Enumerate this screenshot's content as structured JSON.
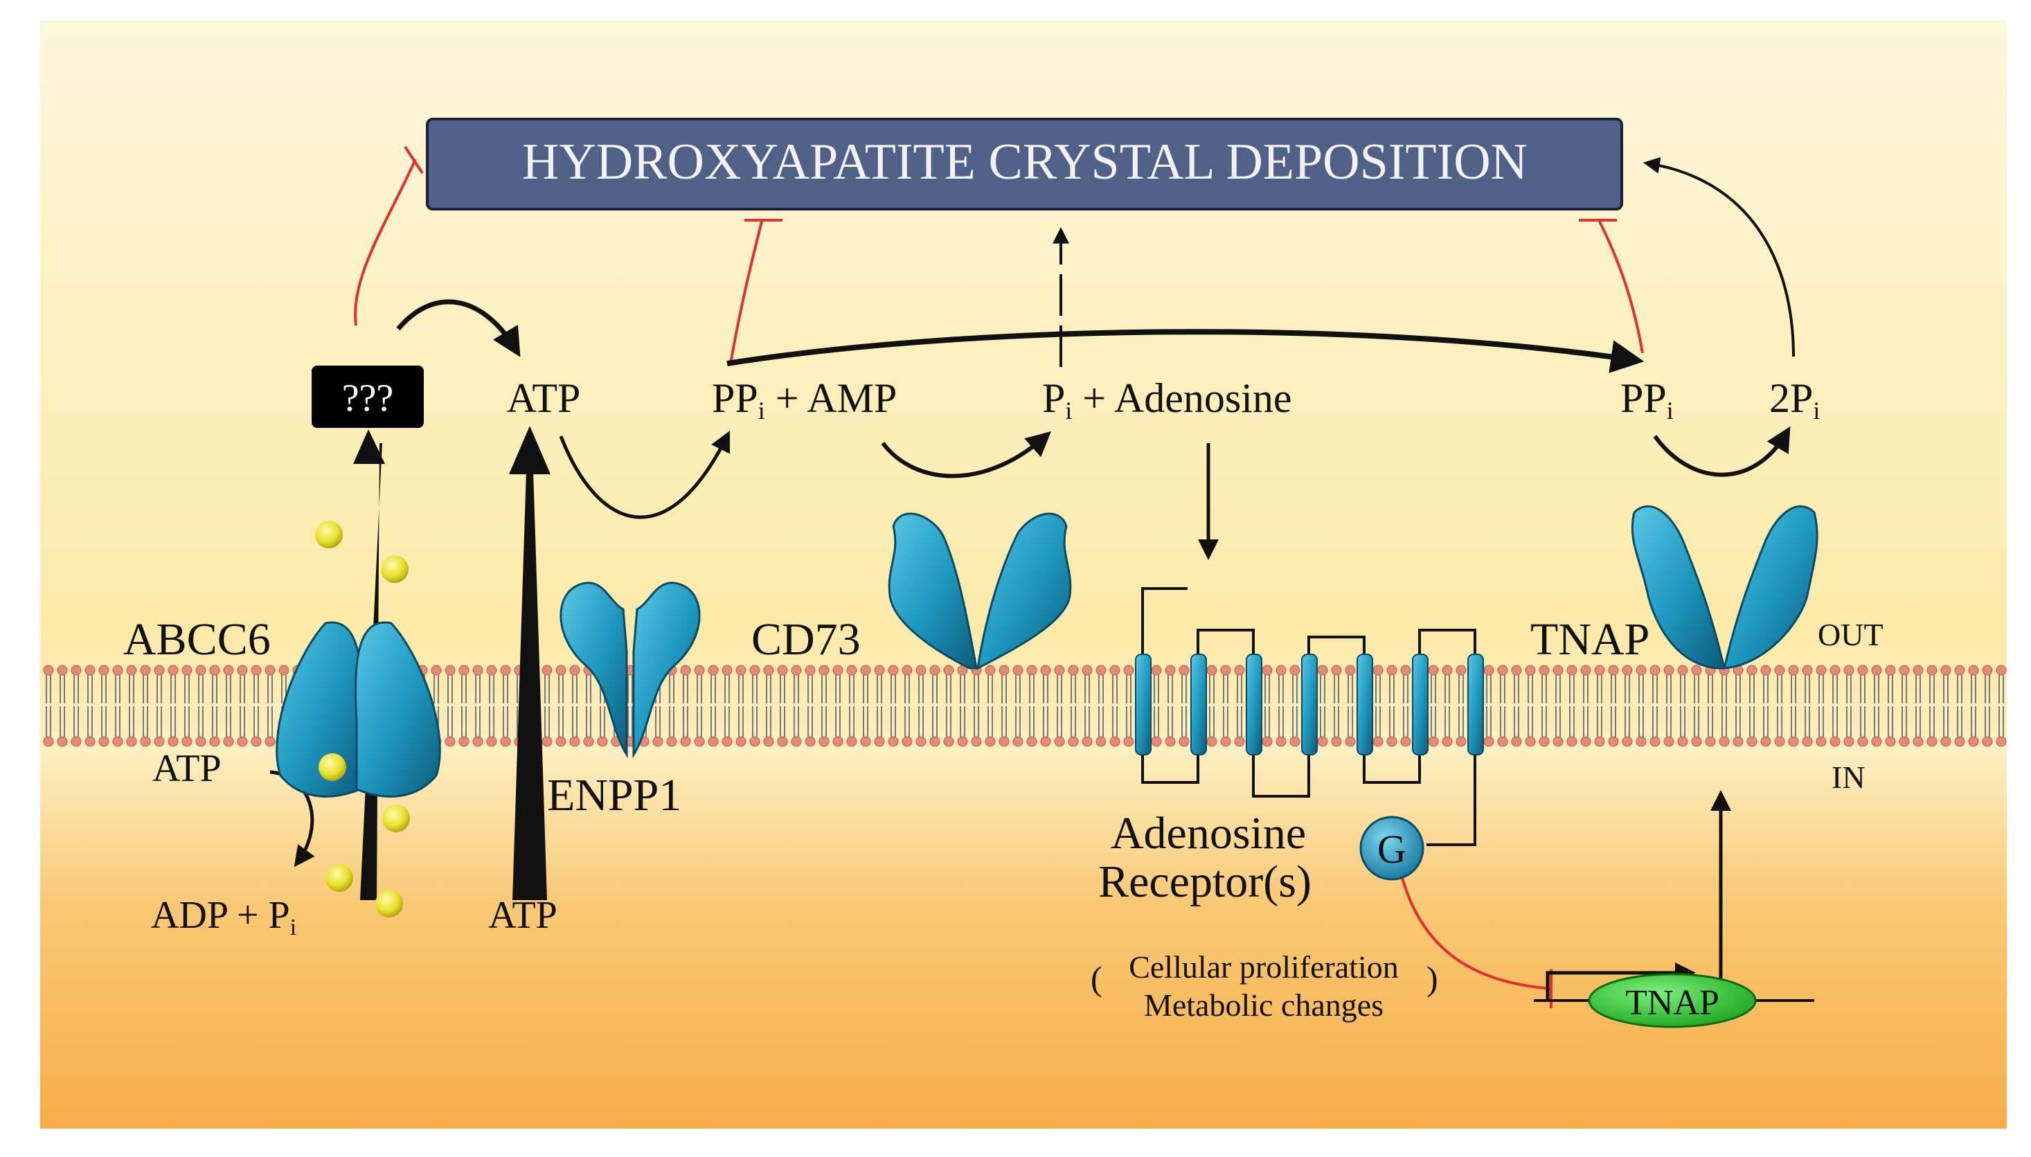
{
  "title_box": {
    "label": "HYDROXYAPATITE CRYSTAL DEPOSITION"
  },
  "unknown_box": {
    "label": "???"
  },
  "molecules": {
    "atp_top": "ATP",
    "ppi_amp": {
      "pp": "PP",
      "sub": "i",
      "rest": " + AMP"
    },
    "pi_adenosine": {
      "p": "P",
      "sub": "i",
      "rest": " + Adenosine"
    },
    "ppi_right": {
      "pp": "PP",
      "sub": "i"
    },
    "two_pi": {
      "p": "2P",
      "sub": "i"
    },
    "atp_abcc6": "ATP",
    "adp_pi": {
      "text": "ADP + P",
      "sub": "i"
    },
    "atp_bottom": "ATP"
  },
  "proteins": {
    "abcc6": "ABCC6",
    "enpp1": "ENPP1",
    "cd73": "CD73",
    "tnap_membrane": "TNAP",
    "adenosine_receptor_line1": "Adenosine",
    "adenosine_receptor_line2": "Receptor(s)",
    "g_protein": "G",
    "tnap_gene": "TNAP"
  },
  "side_labels": {
    "out": "OUT",
    "in": "IN"
  },
  "effects": {
    "line1": "Cellular proliferation",
    "line2": "Metabolic changes"
  },
  "colors": {
    "background_top": "#fdf7d6",
    "background_mid": "#fbe9a6",
    "background_bottom": "#f7b04a",
    "title_box": "#4f6186",
    "protein": "#1f9ac2",
    "inhibition": "#e03030",
    "gene": "#1cc11c",
    "particle": "#e8e02a",
    "lipid_head": "#e48b78"
  }
}
